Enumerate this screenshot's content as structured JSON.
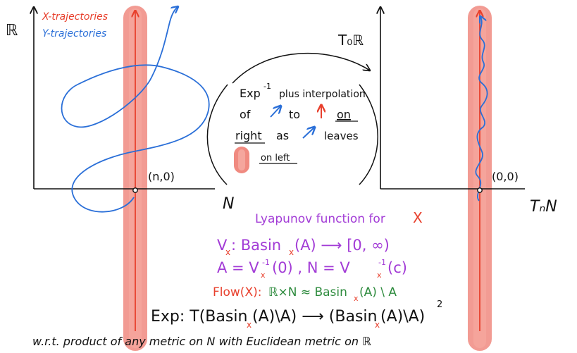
{
  "colors": {
    "red": "#e8402d",
    "blue": "#2a6fd8",
    "purple": "#a23bd6",
    "green": "#2e8b3e",
    "band": "#f08a80",
    "black": "#111111"
  },
  "left_panel": {
    "y_axis_label": "ℝ",
    "x_axis_label": "N",
    "point_label": "(n,0)",
    "legend_x": "X-trajectories",
    "legend_y": "Y-trajectories"
  },
  "right_panel": {
    "y_axis_label": "T₀ℝ",
    "x_axis_label": "TₙN",
    "point_label": "(0,0)"
  },
  "middle_box": {
    "line1_a": "Exp",
    "line1_sup": "-1",
    "line1_b": "plus interpolation",
    "line2_a": "of",
    "line2_b": "to",
    "line2_c": "on",
    "line3_a": "right",
    "line3_b": "as",
    "line3_c": "leaves",
    "line4": "on left"
  },
  "equations": {
    "lyapunov_a": "Lyapunov function for",
    "lyapunov_x": "X",
    "v_line_a": "V",
    "v_line_b": ": Basin",
    "v_line_c": "(A) ⟶ [0, ∞)",
    "sub_x": "x",
    "a_line_a": "A = V",
    "a_line_b": "(0)  ,  N = V",
    "a_line_c": "(c)",
    "inv_sup": "-1",
    "flow_a": "Flow(X):",
    "flow_b": "ℝ×N ≈ Basin",
    "flow_c": "(A) \\ A",
    "exp_a": "Exp: T(Basin",
    "exp_b": "(A)\\A) ⟶ (Basin",
    "exp_c": "(A)\\A)",
    "exp_sup": "2",
    "wrt": "w.r.t. product of any metric on N with Euclidean metric on ℝ"
  }
}
